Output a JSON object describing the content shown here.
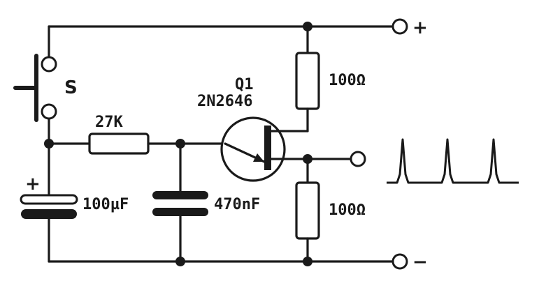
{
  "labels": {
    "switch": "S",
    "resistor_timing": "27K",
    "transistor_name": "Q1",
    "transistor_part": "2N2646",
    "resistor_top": "100Ω",
    "resistor_bottom": "100Ω",
    "capacitor_electrolytic": "100µF",
    "capacitor_film": "470nF",
    "polarity_plus": "+",
    "terminal_positive": "+",
    "terminal_negative": "−"
  }
}
